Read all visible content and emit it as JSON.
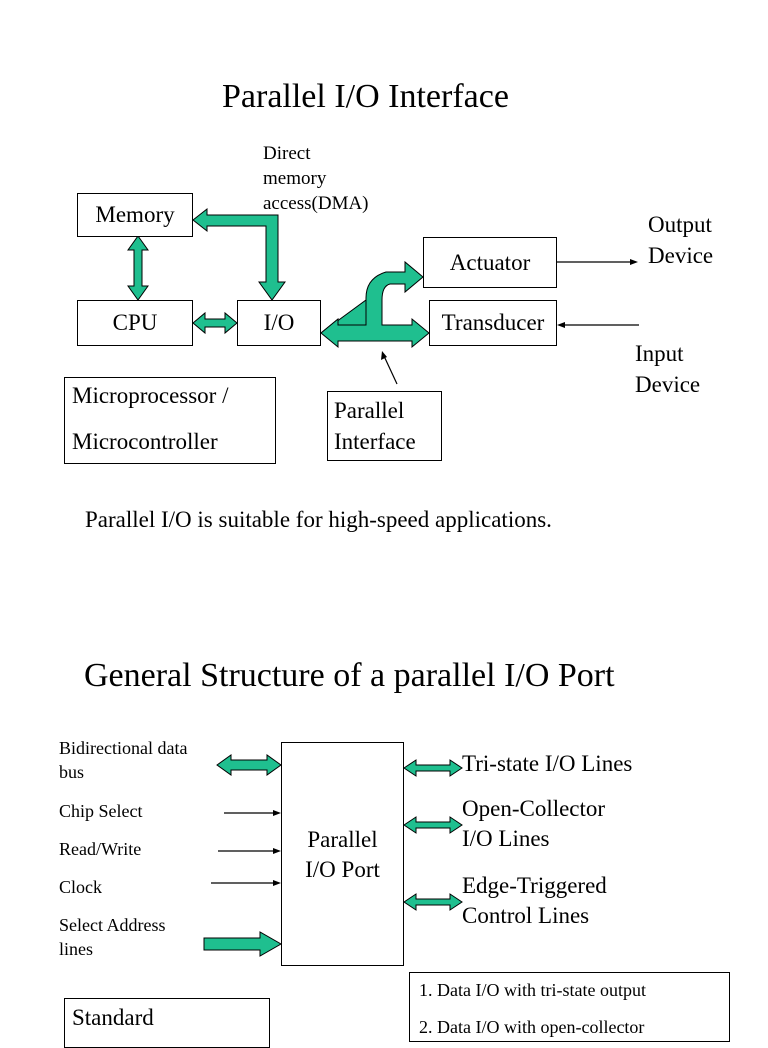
{
  "slide1": {
    "title": "Parallel I/O Interface",
    "dma_label": [
      "Direct",
      "memory",
      "access(DMA)"
    ],
    "memory": "Memory",
    "cpu": "CPU",
    "io": "I/O",
    "actuator": "Actuator",
    "transducer": "Transducer",
    "output_device": [
      "Output",
      "Device"
    ],
    "input_device": [
      "Input",
      "Device"
    ],
    "micro": [
      "Microprocessor /",
      "Microcontroller"
    ],
    "parallel_interface": [
      "Parallel",
      "Interface"
    ],
    "caption": "Parallel I/O is suitable for high-speed applications."
  },
  "slide2": {
    "title": "General Structure of a parallel I/O Port",
    "inputs": [
      "Bidirectional data bus",
      "Chip Select",
      "Read/Write",
      "Clock",
      "Select Address lines"
    ],
    "bidi_label": [
      "Bidirectional data",
      "bus"
    ],
    "addr_label": [
      "Select Address",
      "lines"
    ],
    "port": [
      "Parallel",
      "I/O Port"
    ],
    "tristate": "Tri-state I/O Lines",
    "open_collector": [
      "Open-Collector",
      "I/O Lines"
    ],
    "edge_triggered": [
      "Edge-Triggered",
      "Control Lines"
    ],
    "list_item_1": "1. Data I/O with tri-state output",
    "list_item_2": "2. Data I/O with open-collector",
    "standard": "Standard"
  },
  "colors": {
    "arrow_fill": "#1fbf8f",
    "stroke": "#000000"
  }
}
